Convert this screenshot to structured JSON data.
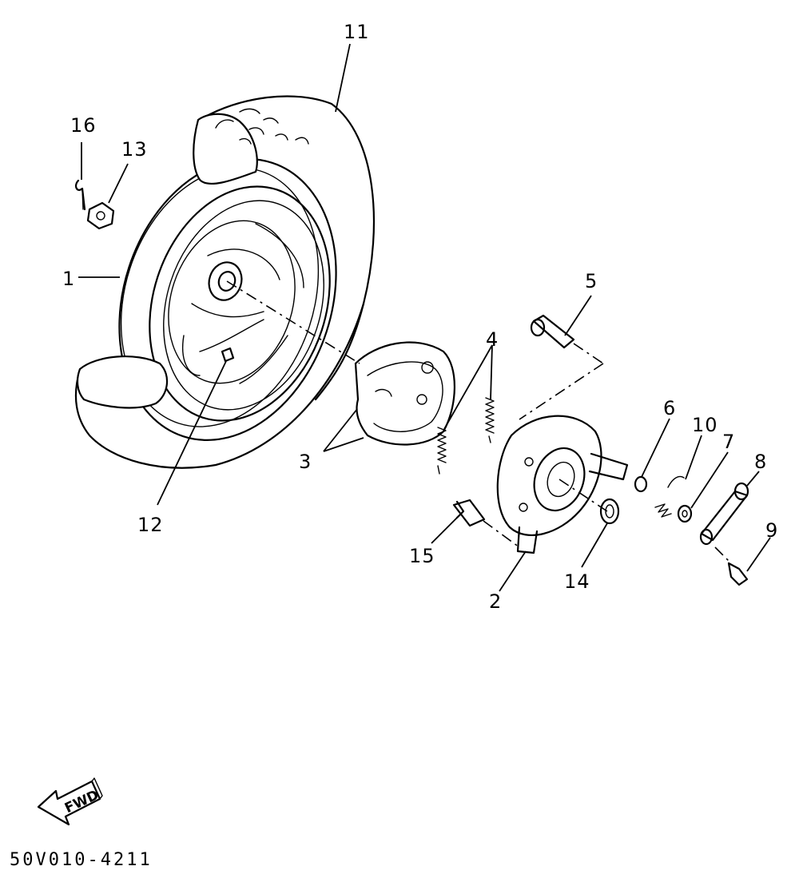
{
  "diagram": {
    "callouts": [
      {
        "number": "1",
        "part": "wheel-assembly"
      },
      {
        "number": "2",
        "part": "brake-shoe-plate"
      },
      {
        "number": "3",
        "part": "brake-shoe-kit"
      },
      {
        "number": "4",
        "part": "shoe-springs"
      },
      {
        "number": "5",
        "part": "brake-camshaft"
      },
      {
        "number": "6",
        "part": "o-ring"
      },
      {
        "number": "7",
        "part": "washer"
      },
      {
        "number": "8",
        "part": "camshaft-lever"
      },
      {
        "number": "9",
        "part": "bolt"
      },
      {
        "number": "10",
        "part": "return-spring"
      },
      {
        "number": "11",
        "part": "tire"
      },
      {
        "number": "12",
        "part": "valve-stem"
      },
      {
        "number": "13",
        "part": "axle-nut"
      },
      {
        "number": "14",
        "part": "spacer-collar"
      },
      {
        "number": "15",
        "part": "plate-bolt"
      },
      {
        "number": "16",
        "part": "cotter-pin"
      }
    ],
    "fwd_label": "FWD",
    "diagram_code": "50V010-4211"
  }
}
